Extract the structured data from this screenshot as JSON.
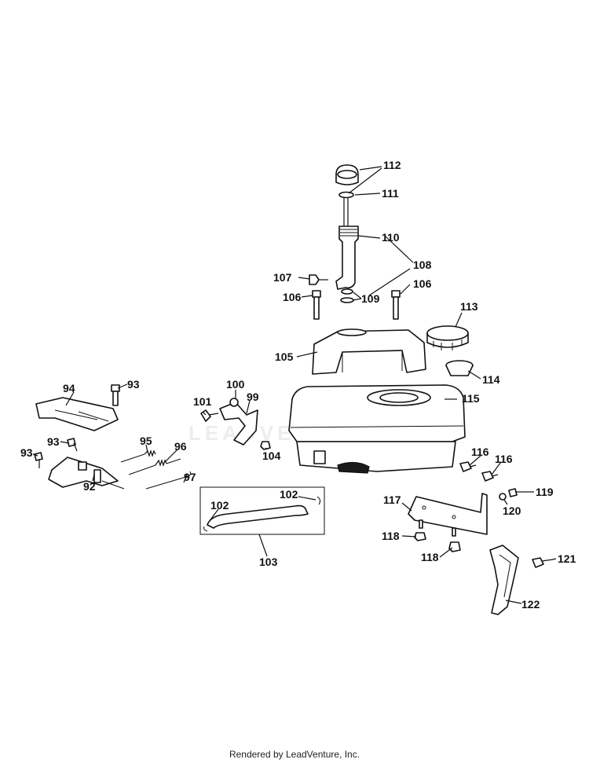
{
  "watermark": "LEADVENTURE",
  "footer": "Rendered by LeadVenture, Inc.",
  "labels": {
    "l92": "92",
    "l93a": "93",
    "l93b": "93",
    "l93c": "93",
    "l94": "94",
    "l95": "95",
    "l96": "96",
    "l97": "97",
    "l99": "99",
    "l100": "100",
    "l101": "101",
    "l102a": "102",
    "l102b": "102",
    "l103": "103",
    "l104": "104",
    "l105": "105",
    "l106a": "106",
    "l106b": "106",
    "l107": "107",
    "l108": "108",
    "l109": "109",
    "l110": "110",
    "l111": "111",
    "l112": "112",
    "l113": "113",
    "l114": "114",
    "l115": "115",
    "l116a": "116",
    "l116b": "116",
    "l117": "117",
    "l118a": "118",
    "l118b": "118",
    "l119": "119",
    "l120": "120",
    "l121": "121",
    "l122": "122"
  }
}
